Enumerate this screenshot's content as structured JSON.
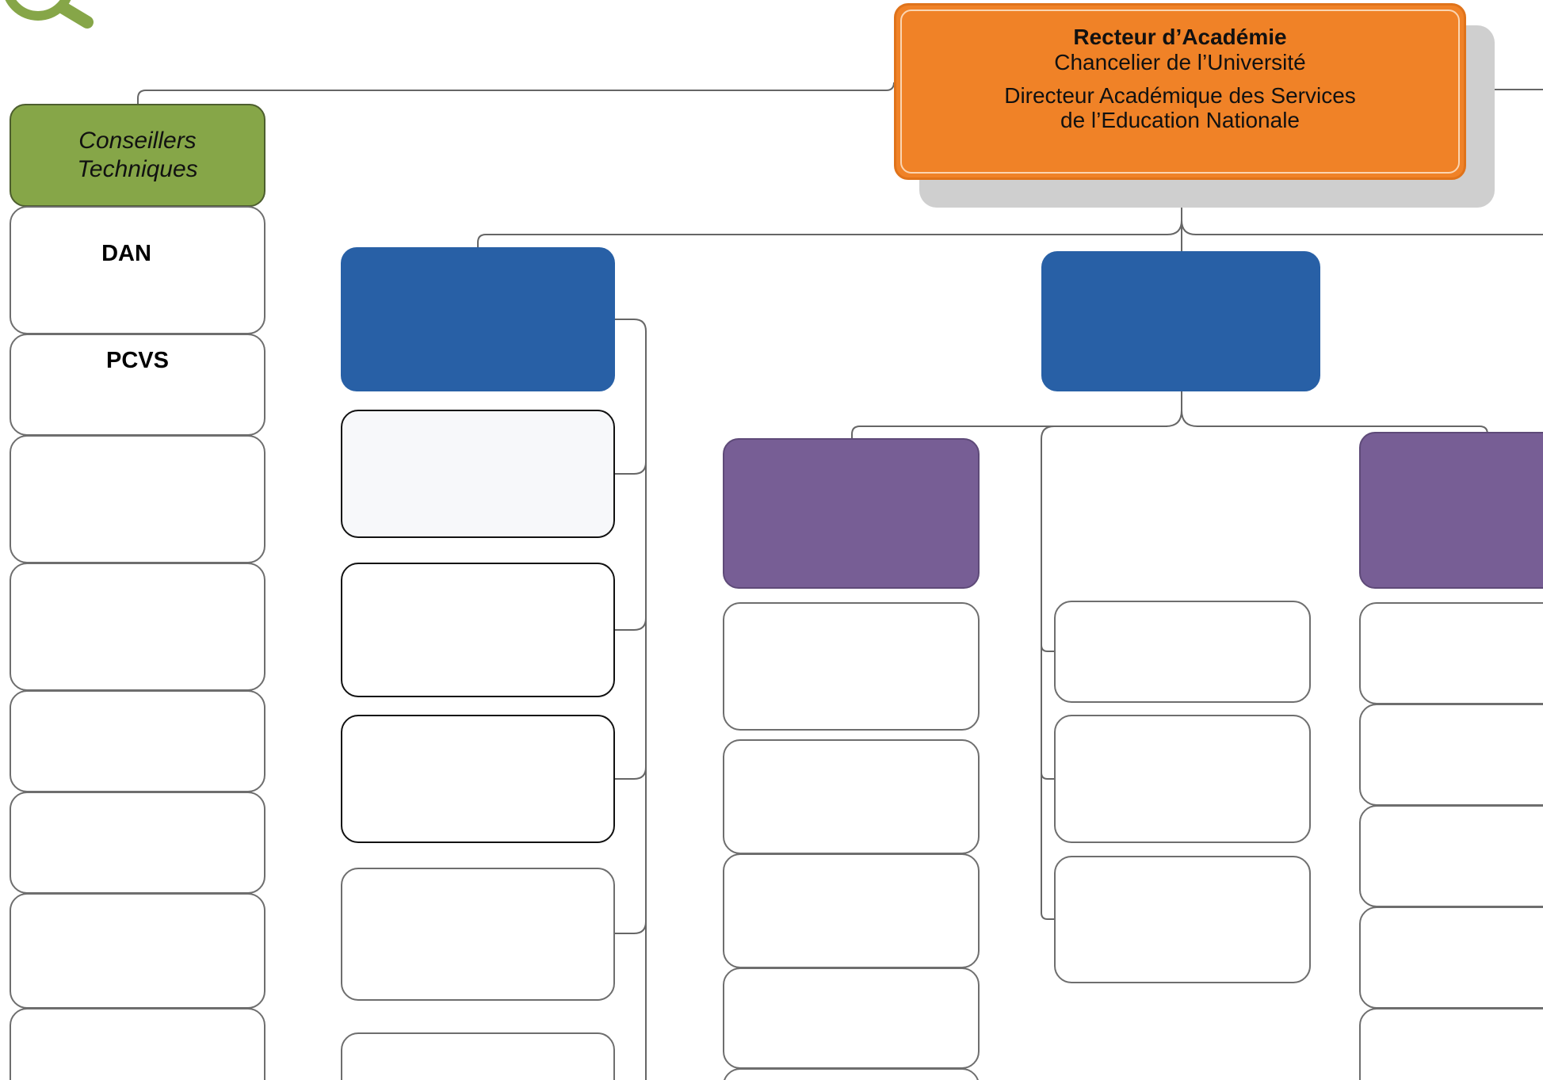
{
  "rector": {
    "title": "Recteur d’Académie",
    "subtitle": "Chancelier de l’Université",
    "director_line1": "Directeur Académique des Services",
    "director_line2": "de l’Education Nationale"
  },
  "advisors": {
    "header_line1": "Conseillers",
    "header_line2": "Techniques",
    "items": [
      "DAN",
      "PCVS"
    ]
  },
  "colors": {
    "rector": "#f08227",
    "advisors_header": "#86a648",
    "department": "#2860a6",
    "sub_department": "#775e95",
    "logo_accent": "#86a648",
    "connector": "#666666"
  },
  "icons": [
    "magnifier-logo-icon"
  ]
}
